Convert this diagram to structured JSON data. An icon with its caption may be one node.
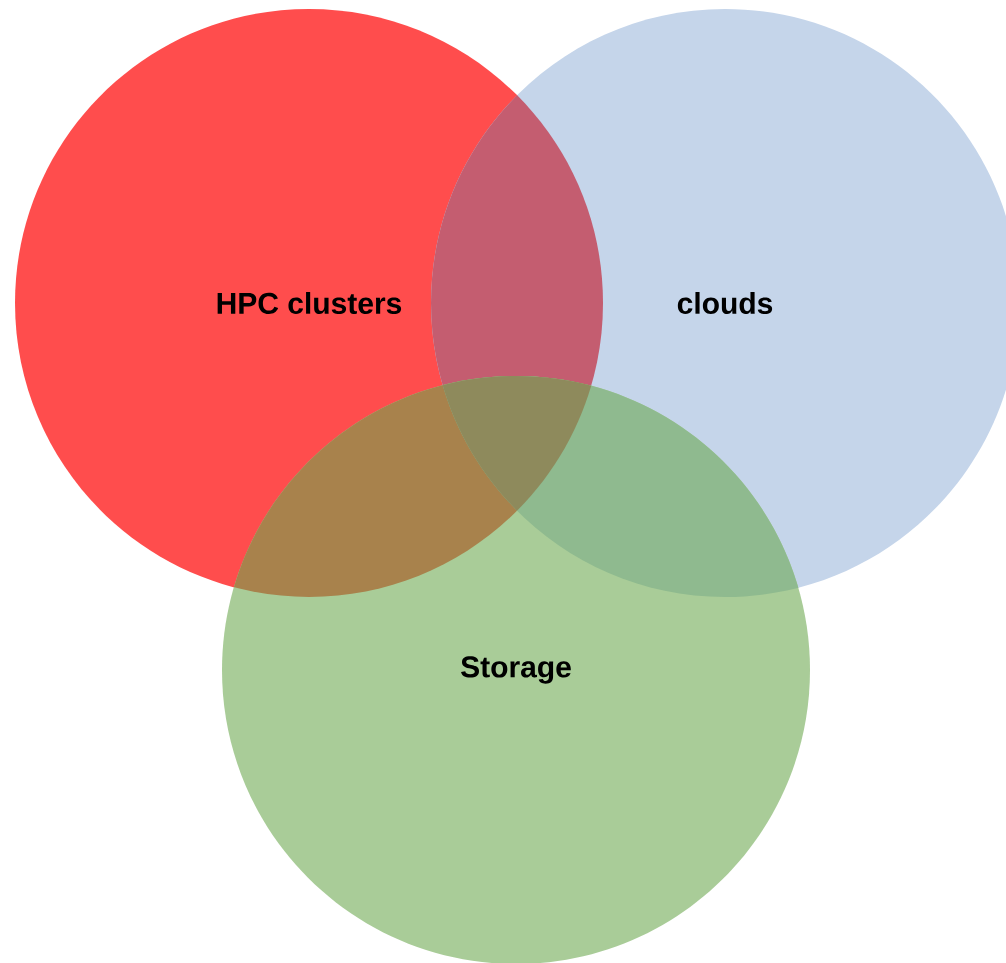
{
  "diagram": {
    "nodes": [
      {
        "text": [
          "HPC clusters"
        ]
      },
      {
        "text": [
          "clouds"
        ]
      },
      {
        "text": [
          "Storage"
        ]
      }
    ]
  }
}
